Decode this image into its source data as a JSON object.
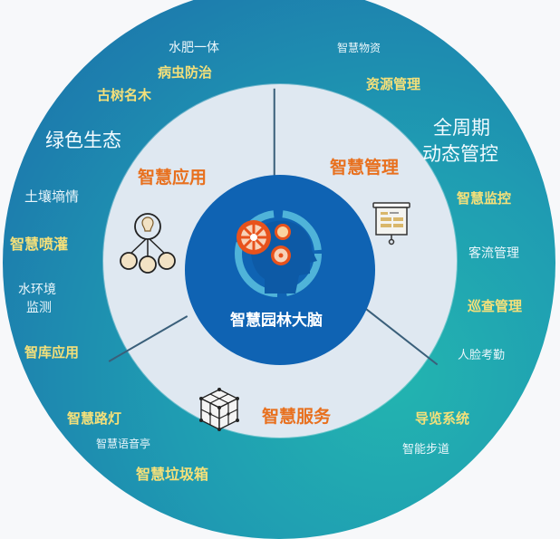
{
  "center": {
    "title": "智慧园林大脑",
    "icon": "brain-gears-icon"
  },
  "sections": [
    {
      "label": "智慧应用",
      "icon": "lightbulb-network-icon"
    },
    {
      "label": "智慧管理",
      "icon": "presentation-board-icon"
    },
    {
      "label": "智慧服务",
      "icon": "cube-network-icon"
    }
  ],
  "outer_ring": {
    "left": [
      {
        "text": "水肥一体",
        "style": "white"
      },
      {
        "text": "病虫防治",
        "style": "yellow"
      },
      {
        "text": "古树名木",
        "style": "yellow"
      },
      {
        "text": "绿色生态",
        "style": "big"
      },
      {
        "text": "土壤墒情",
        "style": "white"
      },
      {
        "text": "智慧喷灌",
        "style": "yellow"
      },
      {
        "text": "水环境",
        "style": "white"
      },
      {
        "text": "监测",
        "style": "white"
      },
      {
        "text": "智库应用",
        "style": "yellow"
      },
      {
        "text": "智慧路灯",
        "style": "yellow"
      },
      {
        "text": "智慧语音亭",
        "style": "white"
      },
      {
        "text": "智慧垃圾箱",
        "style": "yellow"
      }
    ],
    "right": [
      {
        "text": "智慧物资",
        "style": "white"
      },
      {
        "text": "资源管理",
        "style": "yellow"
      },
      {
        "text": "全周期",
        "style": "big"
      },
      {
        "text": "动态管控",
        "style": "big"
      },
      {
        "text": "智慧监控",
        "style": "yellow"
      },
      {
        "text": "客流管理",
        "style": "white"
      },
      {
        "text": "巡查管理",
        "style": "yellow"
      },
      {
        "text": "人脸考勤",
        "style": "white"
      },
      {
        "text": "导览系统",
        "style": "yellow"
      },
      {
        "text": "智能步道",
        "style": "white"
      }
    ]
  },
  "colors": {
    "outer_ring_start": "#1a6fa6",
    "outer_ring_end": "#23b5b0",
    "mid_ring": "#dfe8f1",
    "core": "#0f63b3",
    "section_label": "#e8701e",
    "highlight_text": "#f4e07a",
    "plain_text": "#eaf6fb",
    "background": "#f7f8fa"
  }
}
